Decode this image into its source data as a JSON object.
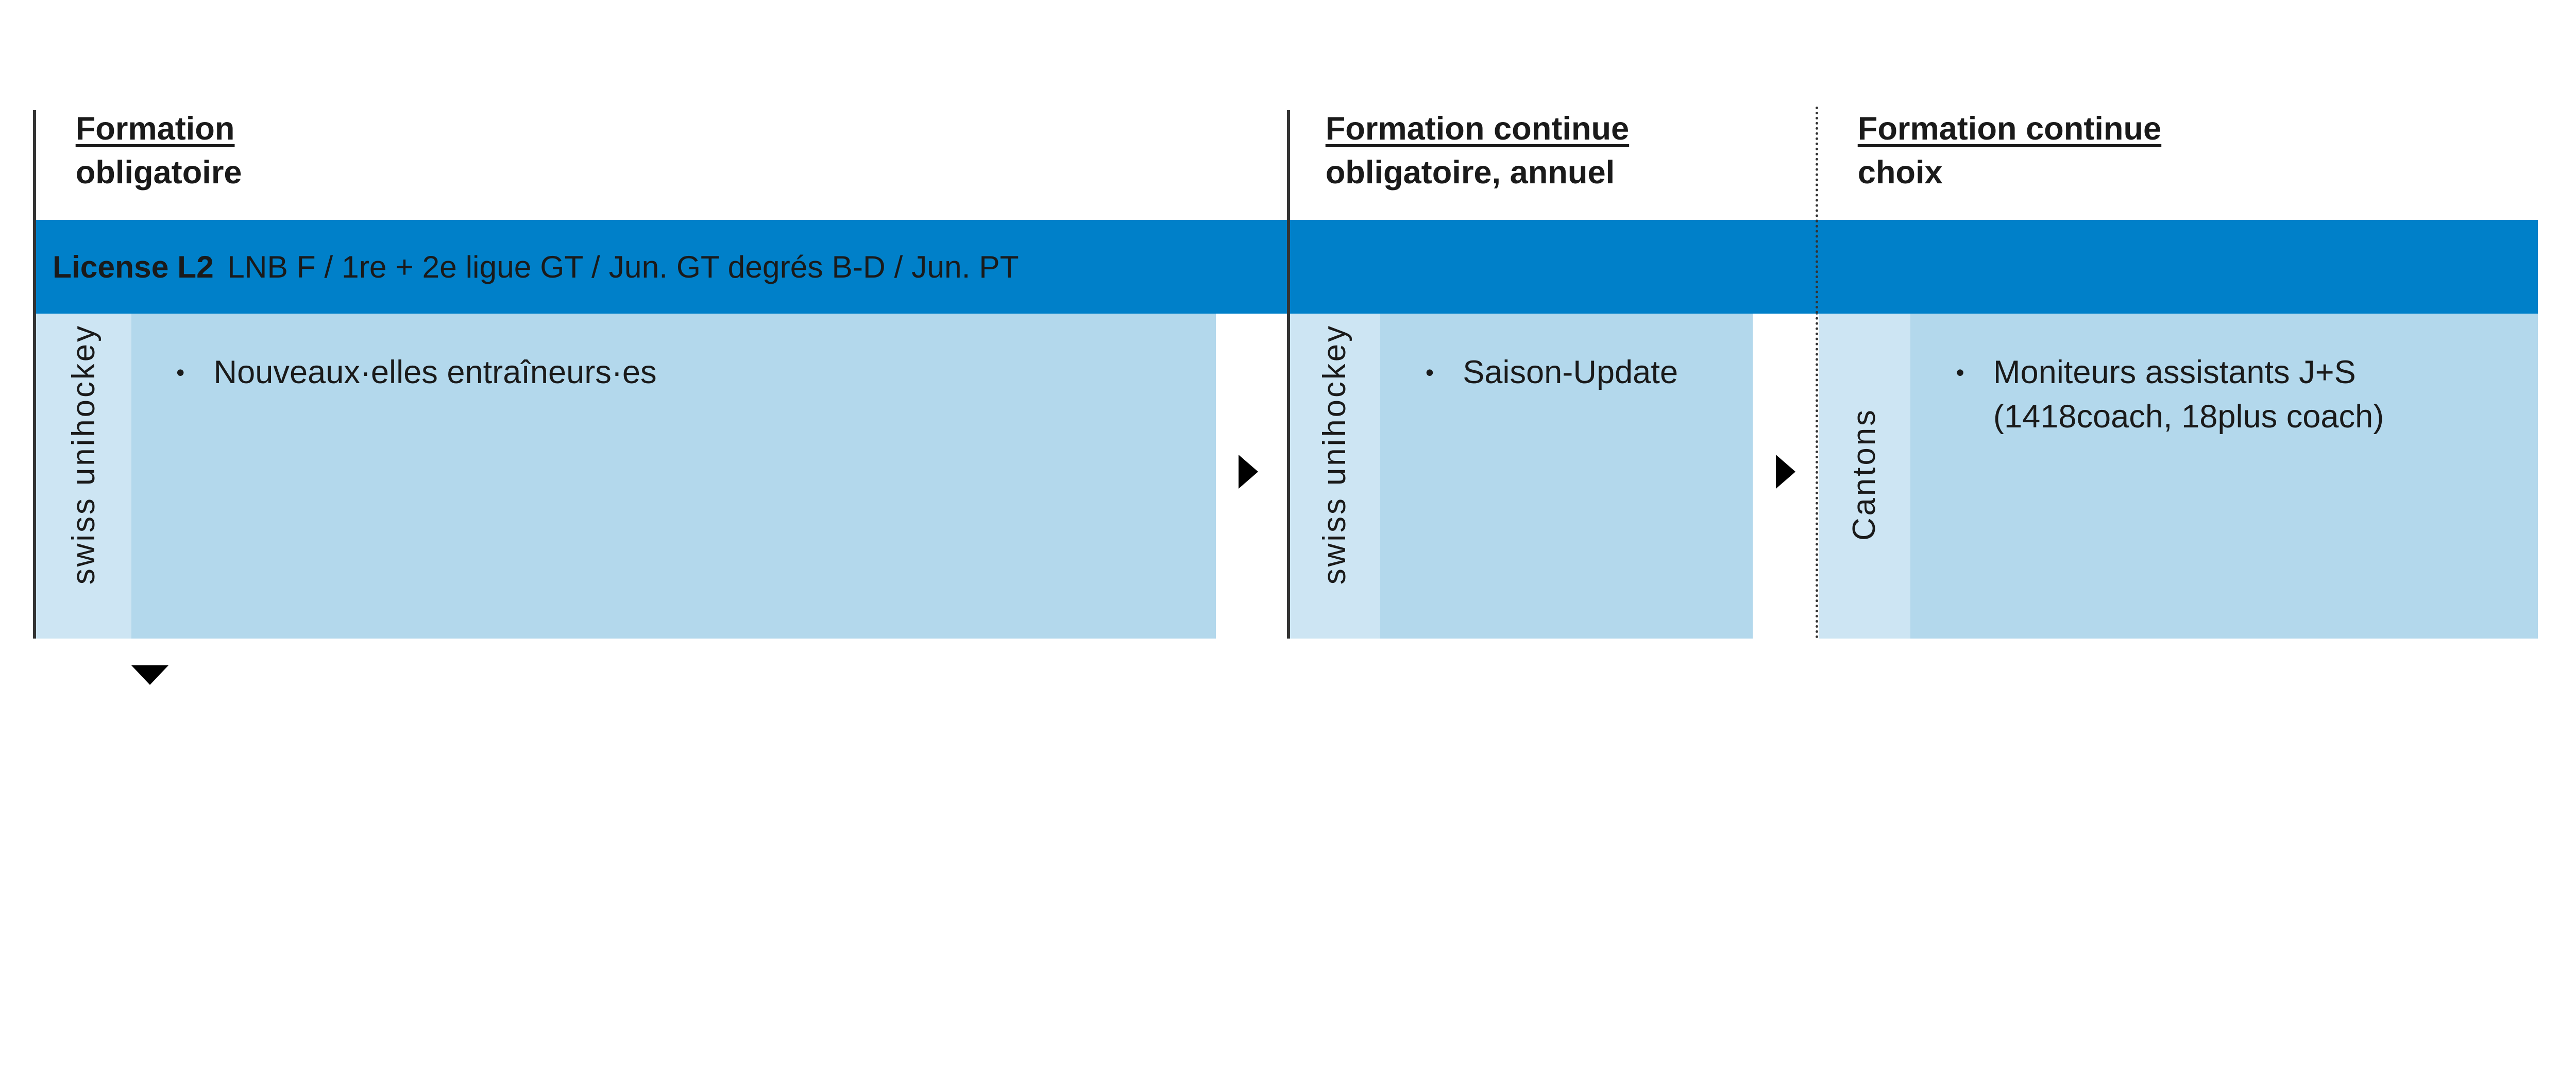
{
  "columns": [
    {
      "title": "Formation",
      "subtitle": "obligatoire",
      "provider": "swiss unihockey",
      "items": [
        "Nouveaux·elles entraîneurs·es"
      ]
    },
    {
      "title": "Formation continue",
      "subtitle": "obligatoire, annuel",
      "provider": "swiss unihockey",
      "items": [
        "Saison-Update"
      ]
    },
    {
      "title": "Formation continue",
      "subtitle": "choix",
      "provider": "Cantons",
      "items": [
        "Moniteurs assistants J+S (1418coach, 18plus coach)"
      ]
    }
  ],
  "band": {
    "label": "License L2",
    "text": "LNB F / 1re + 2e ligue GT / Jun. GT degrés B-D / Jun. PT"
  },
  "bullet": "•",
  "colors": {
    "band": "#0080C9",
    "provider_bg": "#CDE5F3",
    "content_bg": "#B3D8EC",
    "lines": "#333333"
  }
}
